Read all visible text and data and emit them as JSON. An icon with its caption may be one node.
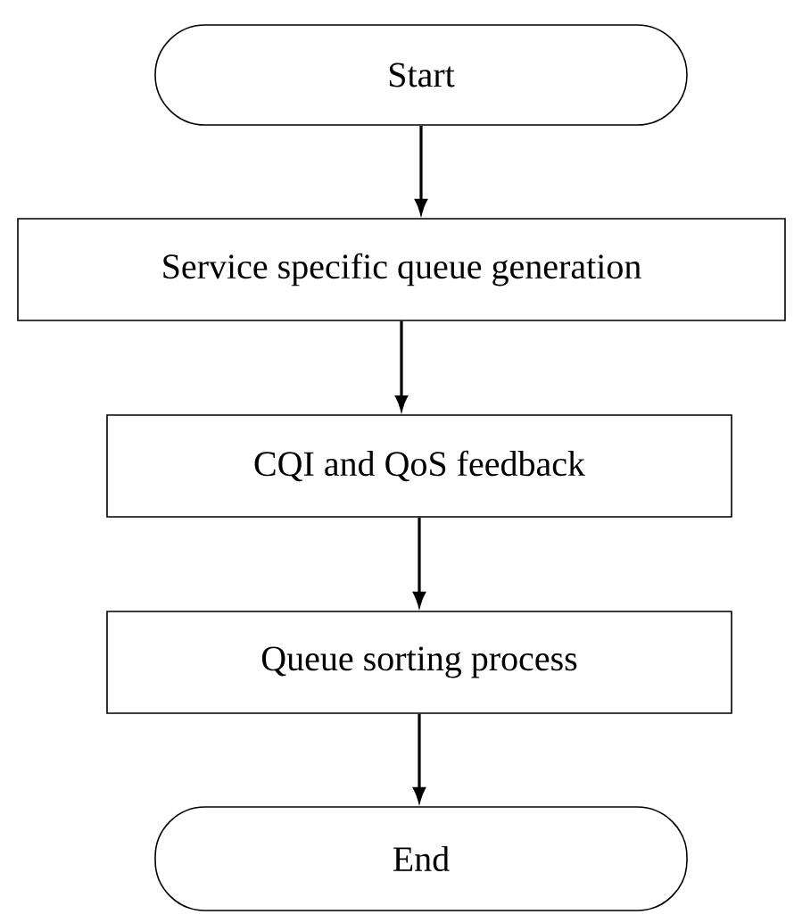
{
  "diagram": {
    "nodes": [
      {
        "text": [
          "Start"
        ]
      },
      {
        "text": [
          "Service specific queue generation"
        ]
      },
      {
        "text": [
          "CQI and QoS feedback"
        ]
      },
      {
        "text": [
          "Queue sorting process"
        ]
      },
      {
        "text": [
          "End"
        ]
      }
    ],
    "edges": [
      {
        "from": 0,
        "to": 1,
        "arrow": "to"
      },
      {
        "from": 1,
        "to": 2,
        "arrow": "to"
      },
      {
        "from": 2,
        "to": 3,
        "arrow": "to"
      },
      {
        "from": 3,
        "to": 4,
        "arrow": "to"
      }
    ]
  }
}
